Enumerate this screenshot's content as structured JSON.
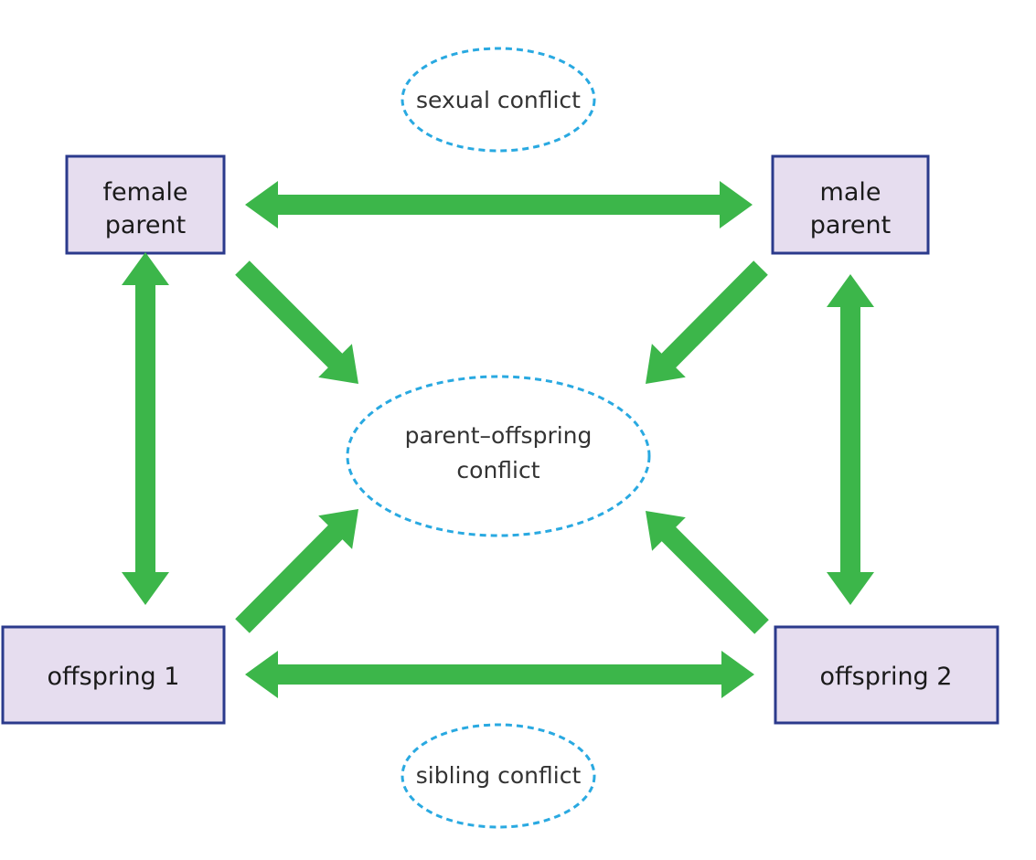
{
  "colors": {
    "box_fill": "#e6ddef",
    "box_stroke": "#2b3a8c",
    "arrow": "#3cb64a",
    "ellipse_stroke": "#29a9e1"
  },
  "nodes": {
    "female_parent": {
      "line1": "female",
      "line2": "parent"
    },
    "male_parent": {
      "line1": "male",
      "line2": "parent"
    },
    "offspring1": {
      "label": "offspring 1"
    },
    "offspring2": {
      "label": "offspring 2"
    }
  },
  "conflicts": {
    "sexual": {
      "label": "sexual conflict"
    },
    "parent_offspring": {
      "line1": "parent–offspring",
      "line2": "conflict"
    },
    "sibling": {
      "label": "sibling conflict"
    }
  }
}
